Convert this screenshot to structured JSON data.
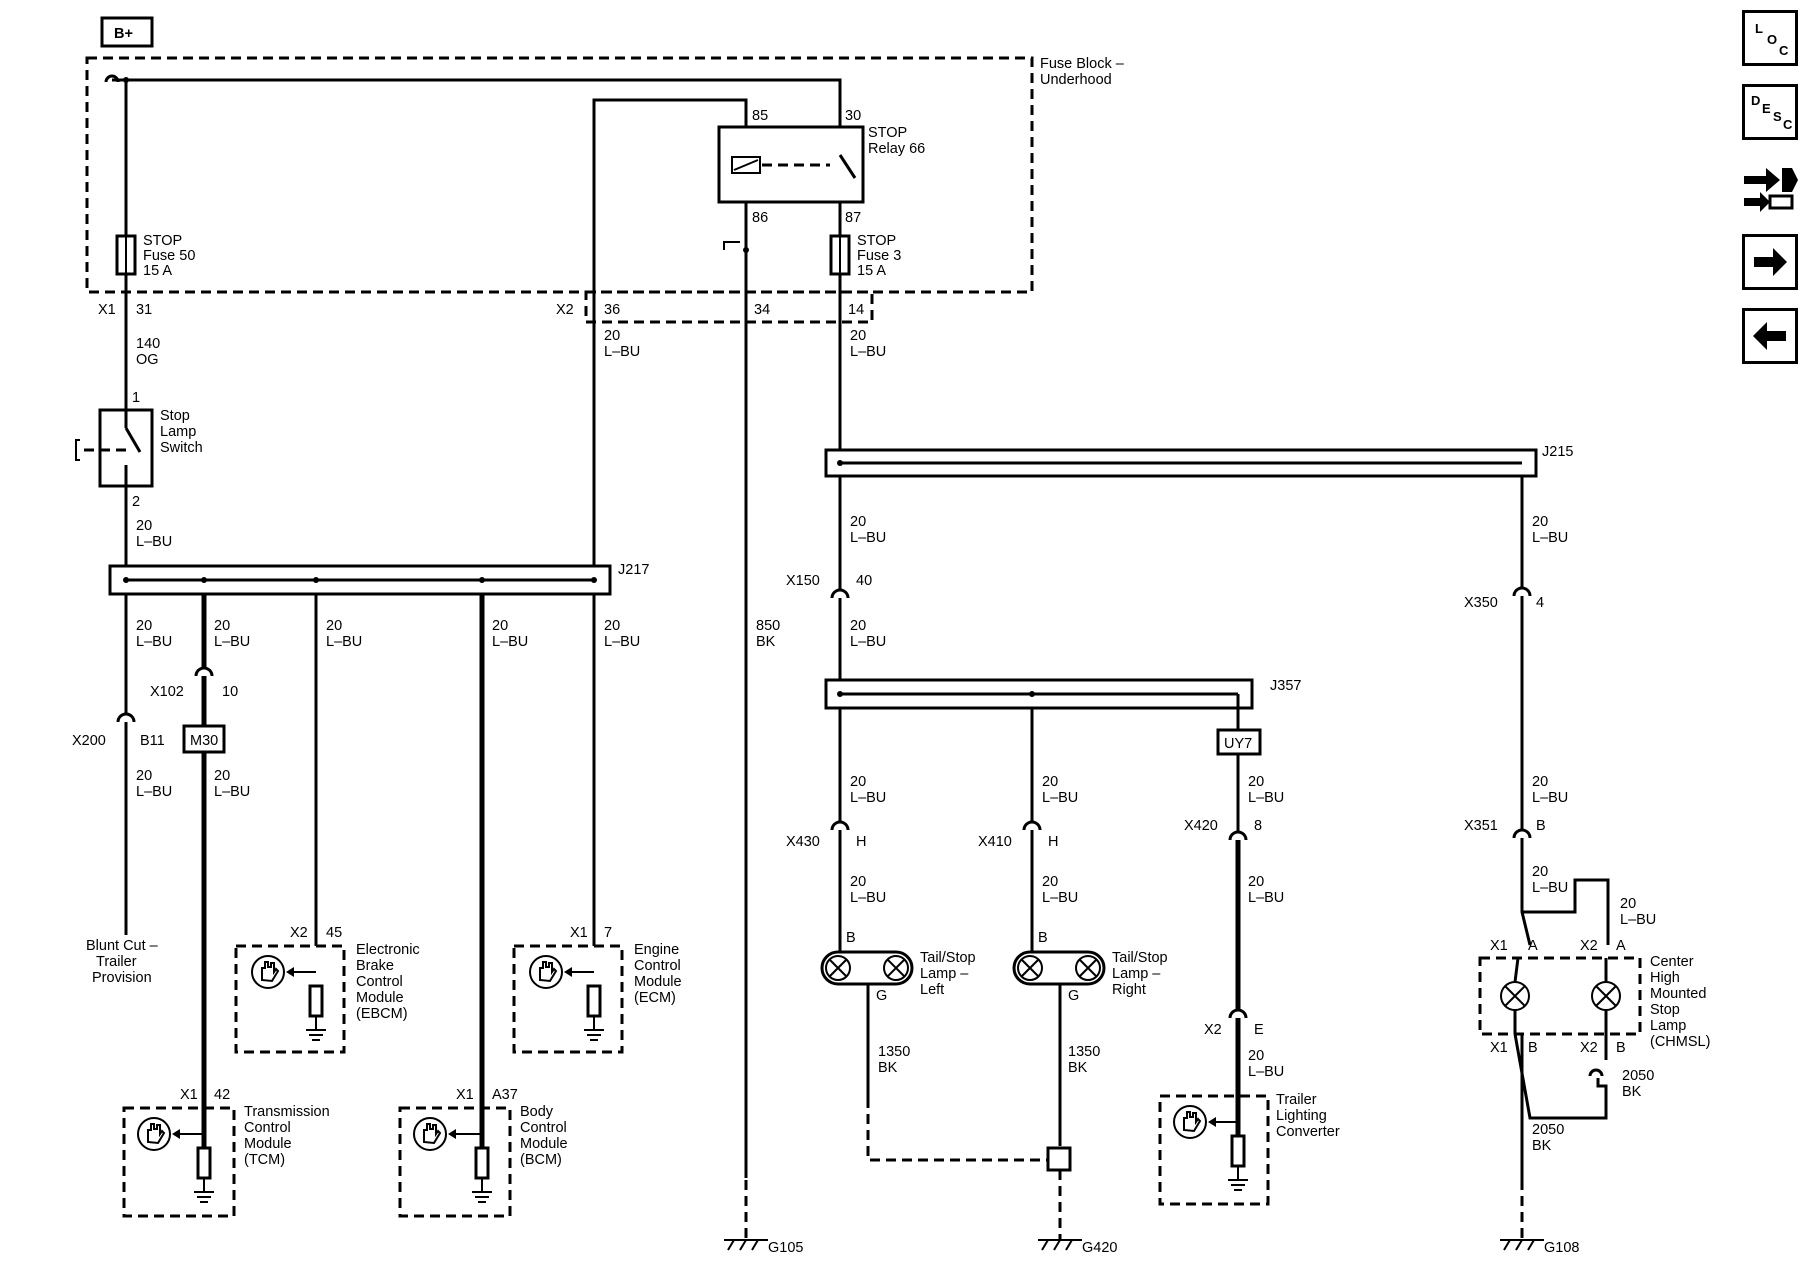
{
  "power": {
    "label": "B+"
  },
  "fuse_block": {
    "label_1": "Fuse Block –",
    "label_2": "Underhood"
  },
  "relay": {
    "name_1": "STOP",
    "name_2": "Relay 66",
    "pin_85": "85",
    "pin_86": "86",
    "pin_30": "30",
    "pin_87": "87"
  },
  "fuse50": {
    "l1": "STOP",
    "l2": "Fuse 50",
    "l3": "15 A"
  },
  "fuse3": {
    "l1": "STOP",
    "l2": "Fuse 3",
    "l3": "15 A"
  },
  "conn": {
    "x1": "X1",
    "x1_pin": "31",
    "x2": "X2",
    "x2_pin36": "36",
    "x2_pin34": "34",
    "x2_pin14": "14",
    "x150": "X150",
    "x150_pin": "40",
    "x350": "X350",
    "x350_pin": "4",
    "x102": "X102",
    "x102_pin": "10",
    "x200": "X200",
    "x200_pin": "B11",
    "x430": "X430",
    "x430_pin": "H",
    "x410": "X410",
    "x410_pin": "H",
    "x420": "X420",
    "x420_pin": "8",
    "x351": "X351",
    "x351_pin": "B",
    "ebcm_x": "X2",
    "ebcm_pin": "45",
    "ecm_x": "X1",
    "ecm_pin": "7",
    "tcm_x": "X1",
    "tcm_pin": "42",
    "bcm_x": "X1",
    "bcm_pin": "A37",
    "trailer_x": "X2",
    "trailer_pin": "E",
    "chmsl_x1a": "X1",
    "chmsl_a1": "A",
    "chmsl_x2a": "X2",
    "chmsl_a2": "A",
    "chmsl_x1b": "X1",
    "chmsl_b1": "B",
    "chmsl_x2b": "X2",
    "chmsl_b2": "B",
    "lampL_b": "B",
    "lampL_g": "G",
    "lampR_b": "B",
    "lampR_g": "G"
  },
  "wire": {
    "og_gauge": "140",
    "og_color": "OG",
    "lbu_gauge": "20",
    "lbu_color": "L–BU",
    "bk850_gauge": "850",
    "bk850_color": "BK",
    "bk1350_gauge": "1350",
    "bk1350_color": "BK",
    "bk2050_gauge": "2050",
    "bk2050_color": "BK"
  },
  "switch": {
    "pin1": "1",
    "pin2": "2",
    "l1": "Stop",
    "l2": "Lamp",
    "l3": "Switch"
  },
  "splice": {
    "j217": "J217",
    "j215": "J215",
    "j357": "J357",
    "m30": "M30",
    "uy7": "UY7"
  },
  "components": {
    "blunt": [
      "Blunt Cut –",
      "Trailer",
      "Provision"
    ],
    "ebcm": [
      "Electronic",
      "Brake",
      "Control",
      "Module",
      "(EBCM)"
    ],
    "ecm": [
      "Engine",
      "Control",
      "Module",
      "(ECM)"
    ],
    "tcm": [
      "Transmission",
      "Control",
      "Module",
      "(TCM)"
    ],
    "bcm": [
      "Body",
      "Control",
      "Module",
      "(BCM)"
    ],
    "lampL": [
      "Tail/Stop",
      "Lamp –",
      "Left"
    ],
    "lampR": [
      "Tail/Stop",
      "Lamp –",
      "Right"
    ],
    "trailer": [
      "Trailer",
      "Lighting",
      "Converter"
    ],
    "chmsl": [
      "Center",
      "High",
      "Mounted",
      "Stop",
      "Lamp",
      "(CHMSL)"
    ]
  },
  "grounds": {
    "g105": "G105",
    "g420": "G420",
    "g108": "G108"
  },
  "sidebar": {
    "loc": {
      "a": "L",
      "b": "O",
      "c": "C"
    },
    "desc": {
      "a": "D",
      "b": "E",
      "c": "S",
      "d": "C"
    },
    "connector_icon": "connector-icon",
    "next_icon": "arrow-right-icon",
    "prev_icon": "arrow-left-icon"
  }
}
